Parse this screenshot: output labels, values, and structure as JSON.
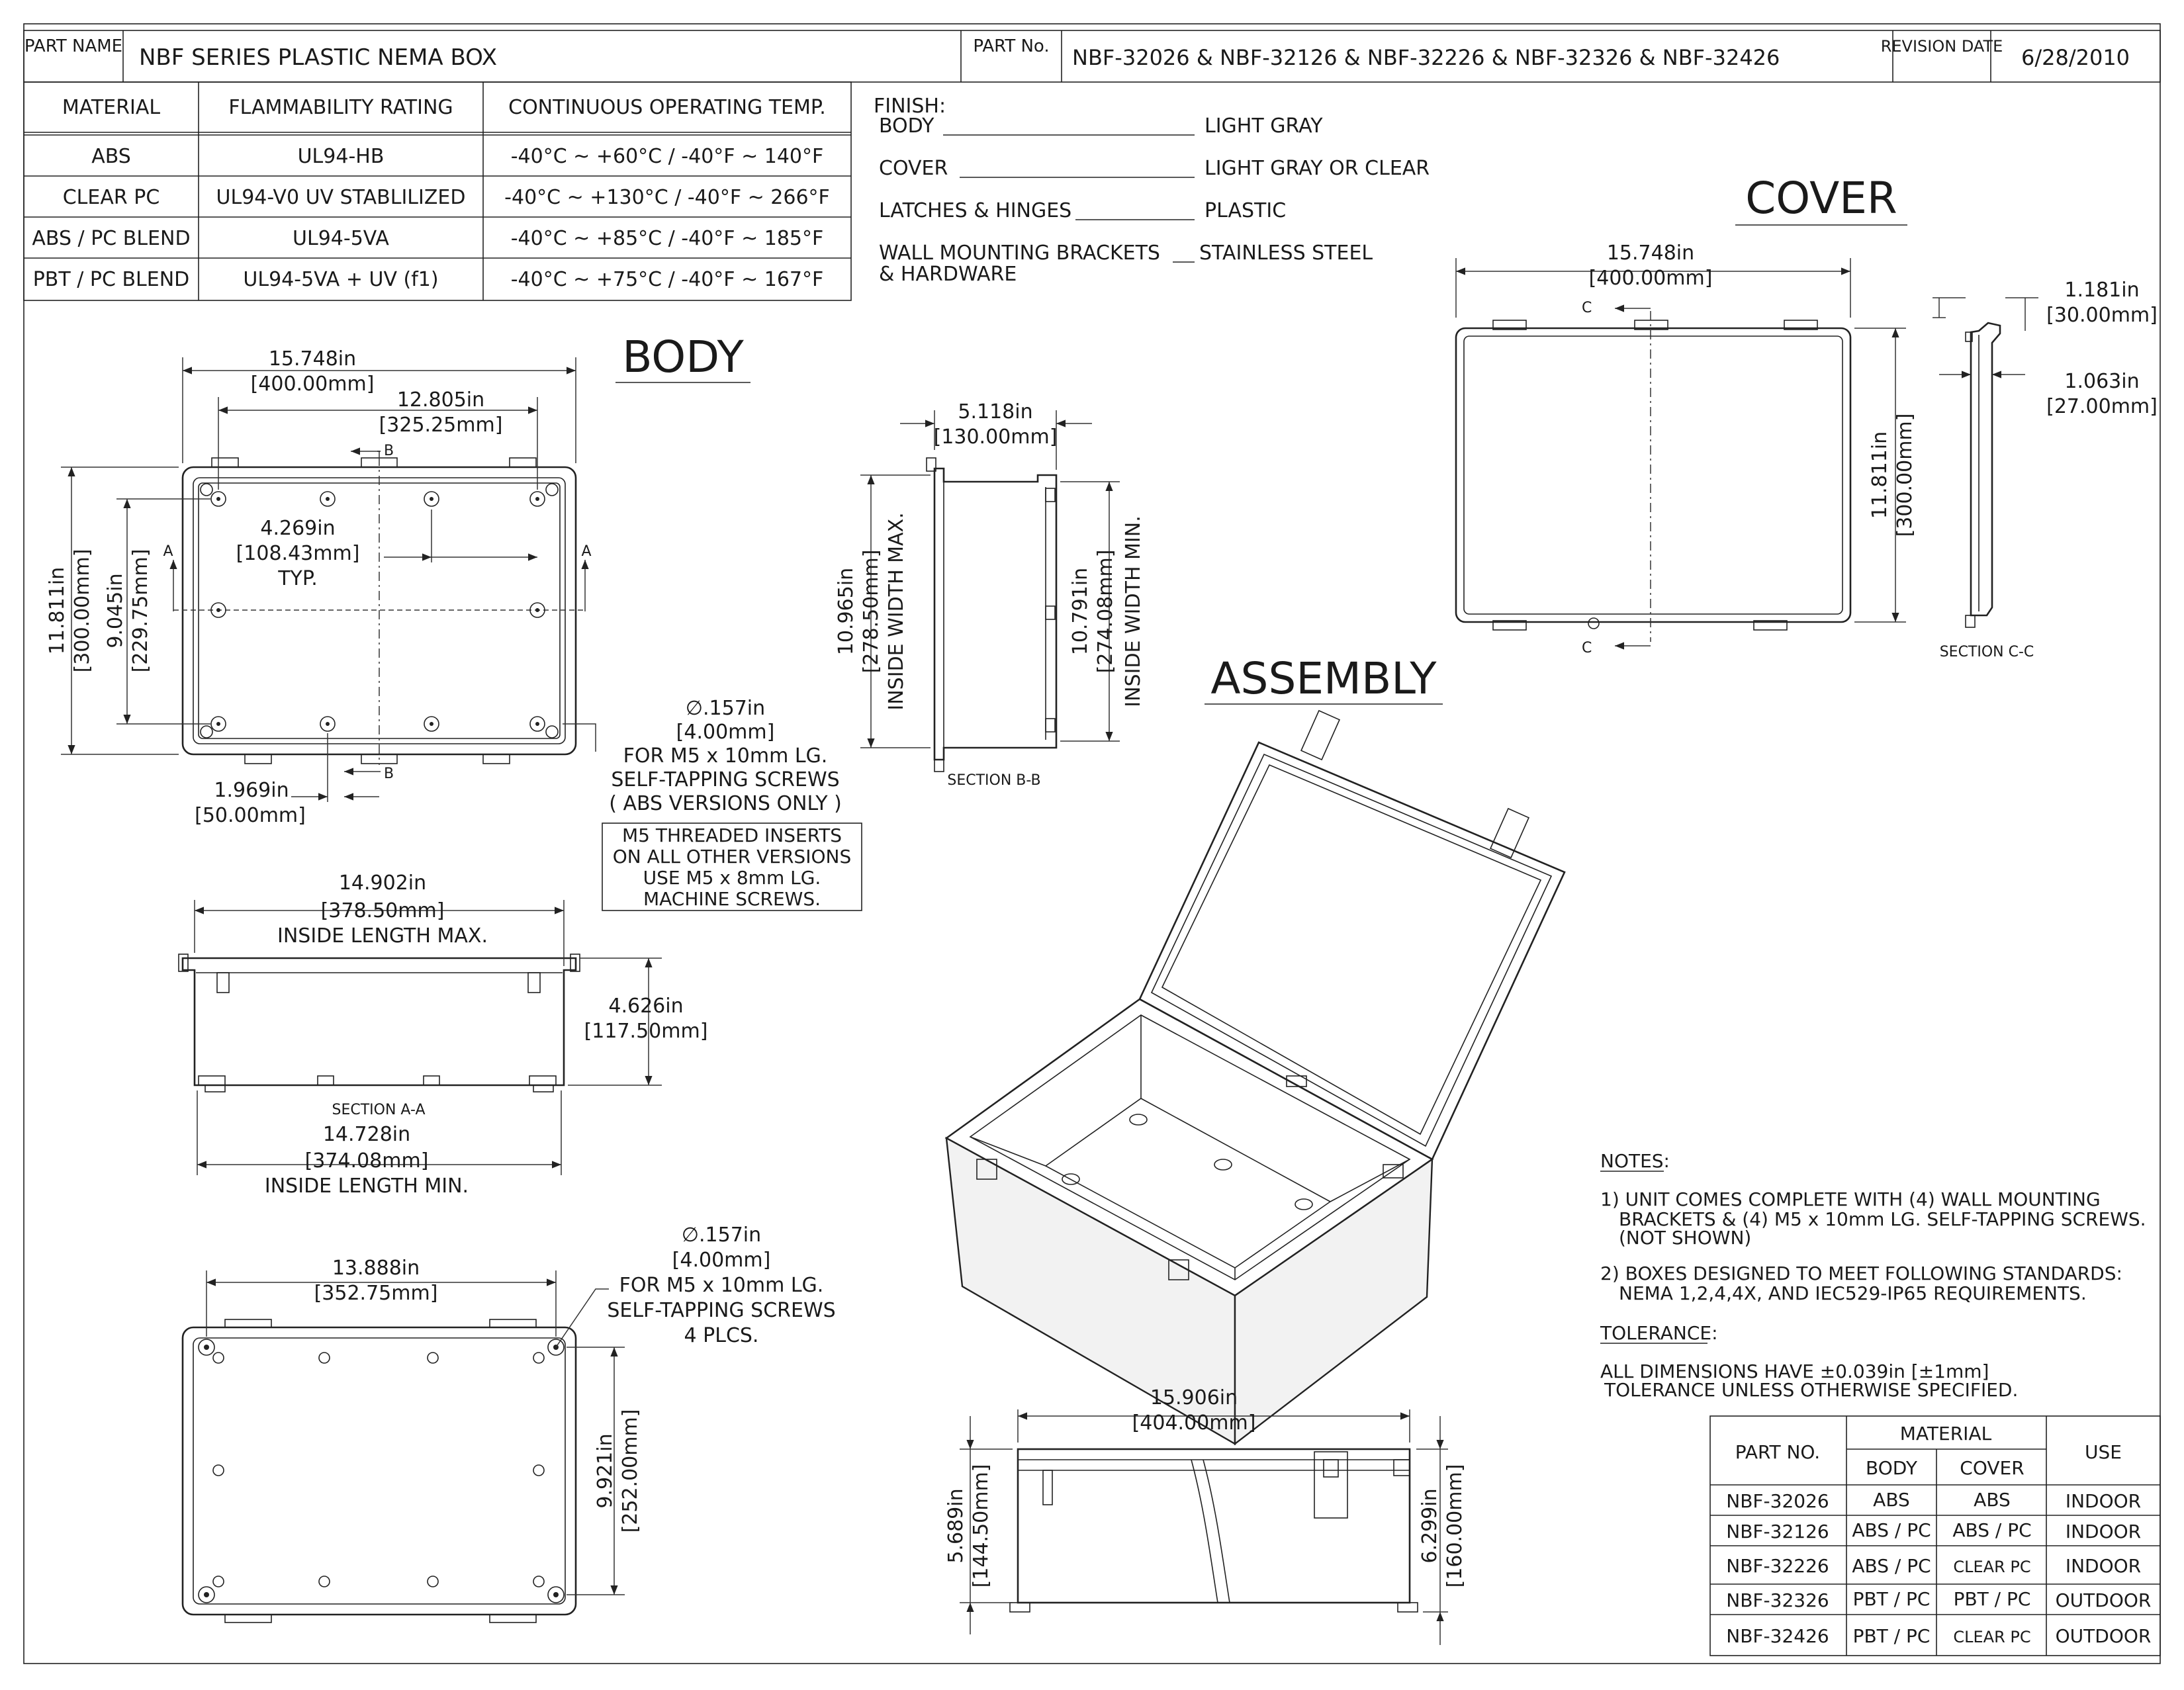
{
  "title_block": {
    "part_name_label": "PART NAME",
    "part_name": "NBF SERIES PLASTIC NEMA BOX",
    "part_no_label": "PART No.",
    "part_numbers": "NBF-32026 & NBF-32126 & NBF-32226 & NBF-32326 & NBF-32426",
    "revision_label": "REVISION DATE",
    "revision_date": "6/28/2010"
  },
  "material_table": {
    "headers": [
      "MATERIAL",
      "FLAMMABILITY RATING",
      "CONTINUOUS OPERATING TEMP."
    ],
    "rows": [
      [
        "ABS",
        "UL94-HB",
        "-40°C ~ +60°C / -40°F ~ 140°F"
      ],
      [
        "CLEAR PC",
        "UL94-V0  UV STABLILIZED",
        "-40°C ~ +130°C / -40°F ~ 266°F"
      ],
      [
        "ABS / PC BLEND",
        "UL94-5VA",
        "-40°C ~ +85°C / -40°F ~ 185°F"
      ],
      [
        "PBT / PC BLEND",
        "UL94-5VA + UV (f1)",
        "-40°C ~ +75°C / -40°F ~ 167°F"
      ]
    ]
  },
  "finish": {
    "label": "FINISH:",
    "items": [
      {
        "part": "BODY",
        "value": "LIGHT GRAY"
      },
      {
        "part": "COVER",
        "value": "LIGHT GRAY OR CLEAR"
      },
      {
        "part": "LATCHES & HINGES",
        "value": "PLASTIC"
      },
      {
        "part": "WALL MOUNTING BRACKETS",
        "part2": "& HARDWARE",
        "value": "STAINLESS STEEL"
      }
    ]
  },
  "view_titles": {
    "body": "BODY",
    "cover": "COVER",
    "assembly": "ASSEMBLY",
    "section_aa": "SECTION A-A",
    "section_bb": "SECTION B-B",
    "section_cc": "SECTION C-C"
  },
  "section_marks": {
    "a": "A",
    "b": "B",
    "c": "C"
  },
  "dimensions": {
    "body_width": {
      "in": "15.748in",
      "mm": "[400.00mm]"
    },
    "body_inner": {
      "in": "12.805in",
      "mm": "[325.25mm]"
    },
    "body_pitch": {
      "in": "4.269in",
      "mm": "[108.43mm]",
      "note": "TYP."
    },
    "body_height": {
      "in": "11.811in",
      "mm": "[300.00mm]"
    },
    "body_holes_v": {
      "in": "9.045in",
      "mm": "[229.75mm]"
    },
    "body_offset": {
      "in": "1.969in",
      "mm": "[50.00mm]"
    },
    "body_hole": {
      "in": "∅.157in",
      "mm": "[4.00mm]",
      "l1": "FOR M5 x 10mm LG.",
      "l2": "SELF-TAPPING SCREWS",
      "l3": "( ABS VERSIONS ONLY )"
    },
    "insert_note": [
      "M5 THREADED INSERTS",
      "ON ALL OTHER VERSIONS",
      "USE M5 x 8mm LG.",
      "MACHINE SCREWS."
    ],
    "bb_width": {
      "in": "5.118in",
      "mm": "[130.00mm]"
    },
    "bb_max": {
      "in": "10.965in",
      "mm": "[278.50mm]",
      "note": "INSIDE WIDTH MAX."
    },
    "bb_min": {
      "in": "10.791in",
      "mm": "[274.08mm]",
      "note": "INSIDE WIDTH MIN."
    },
    "aa_max": {
      "in": "14.902in",
      "mm": "[378.50mm]",
      "note": "INSIDE LENGTH MAX."
    },
    "aa_depth": {
      "in": "4.626in",
      "mm": "[117.50mm]"
    },
    "aa_min": {
      "in": "14.728in",
      "mm": "[374.08mm]",
      "note": "INSIDE LENGTH MIN."
    },
    "back_width": {
      "in": "13.888in",
      "mm": "[352.75mm]"
    },
    "back_hole": {
      "in": "∅.157in",
      "mm": "[4.00mm]",
      "l1": "FOR M5 x 10mm LG.",
      "l2": "SELF-TAPPING SCREWS",
      "l3": "4 PLCS."
    },
    "back_height": {
      "in": "9.921in",
      "mm": "[252.00mm]"
    },
    "cover_width": {
      "in": "15.748in",
      "mm": "[400.00mm]"
    },
    "cover_height": {
      "in": "11.811in",
      "mm": "[300.00mm]"
    },
    "cc_top": {
      "in": "1.181in",
      "mm": "[30.00mm]"
    },
    "cc_depth": {
      "in": "1.063in",
      "mm": "[27.00mm]"
    },
    "side_width": {
      "in": "15.906in",
      "mm": "[404.00mm]"
    },
    "side_body_h": {
      "in": "5.689in",
      "mm": "[144.50mm]"
    },
    "side_total_h": {
      "in": "6.299in",
      "mm": "[160.00mm]"
    }
  },
  "notes": {
    "label": "NOTES:",
    "n1": [
      "1) UNIT COMES COMPLETE WITH (4) WALL MOUNTING",
      "BRACKETS & (4) M5 x 10mm LG. SELF-TAPPING SCREWS.",
      "(NOT SHOWN)"
    ],
    "n2": [
      "2) BOXES DESIGNED TO MEET FOLLOWING STANDARDS:",
      "NEMA 1,2,4,4X, AND IEC529-IP65 REQUIREMENTS."
    ],
    "tolerance_label": "TOLERANCE:",
    "tolerance": [
      "ALL DIMENSIONS HAVE ±0.039in [±1mm]",
      "TOLERANCE UNLESS OTHERWISE SPECIFIED."
    ]
  },
  "parts_table": {
    "h_part": "PART NO.",
    "h_material": "MATERIAL",
    "h_body": "BODY",
    "h_cover": "COVER",
    "h_use": "USE",
    "rows": [
      {
        "part": "NBF-32026",
        "body": "ABS",
        "cover": "ABS",
        "use": "INDOOR"
      },
      {
        "part": "NBF-32126",
        "body": "ABS / PC",
        "cover": "ABS / PC",
        "use": "INDOOR"
      },
      {
        "part": "NBF-32226",
        "body": "ABS / PC",
        "cover": "CLEAR PC",
        "use": "INDOOR"
      },
      {
        "part": "NBF-32326",
        "body": "PBT / PC",
        "cover": "PBT / PC",
        "use": "OUTDOOR"
      },
      {
        "part": "NBF-32426",
        "body": "PBT / PC",
        "cover": "CLEAR PC",
        "use": "OUTDOOR"
      }
    ]
  }
}
